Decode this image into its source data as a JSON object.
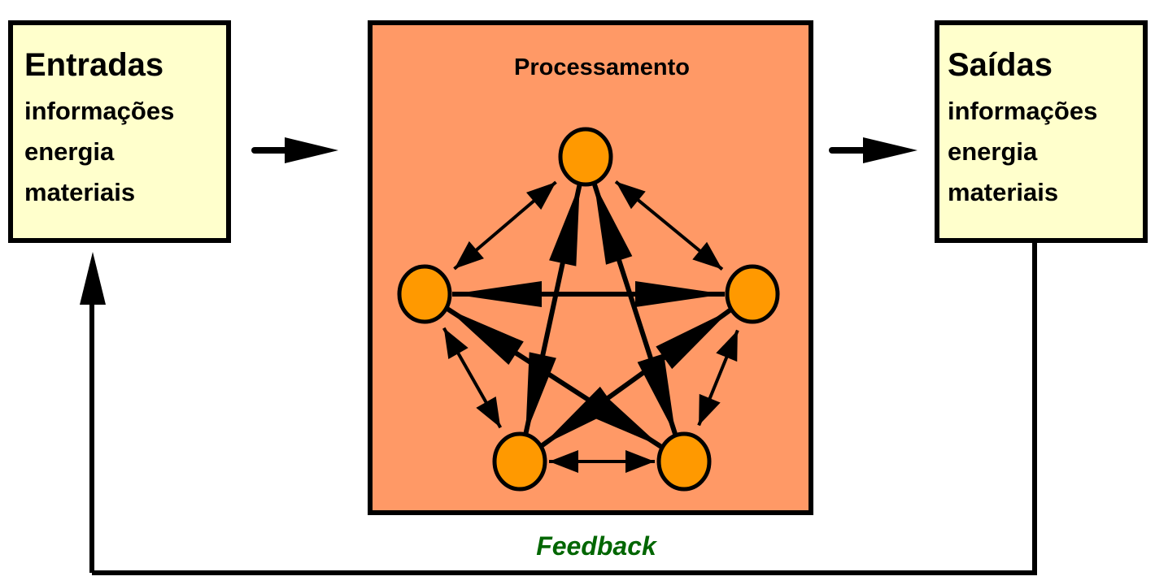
{
  "colors": {
    "io_box_fill": "#FFFFCC",
    "process_box_fill": "#FF9966",
    "node_fill": "#FF9900",
    "stroke": "#000000",
    "feedback_text": "#006600"
  },
  "inputs": {
    "title": "Entradas",
    "items": [
      "informações",
      "energia",
      "materiais"
    ]
  },
  "process": {
    "title": "Processamento",
    "node_count": 5
  },
  "outputs": {
    "title": "Saídas",
    "items": [
      "informações",
      "energia",
      "materiais"
    ]
  },
  "feedback": {
    "label": "Feedback"
  }
}
